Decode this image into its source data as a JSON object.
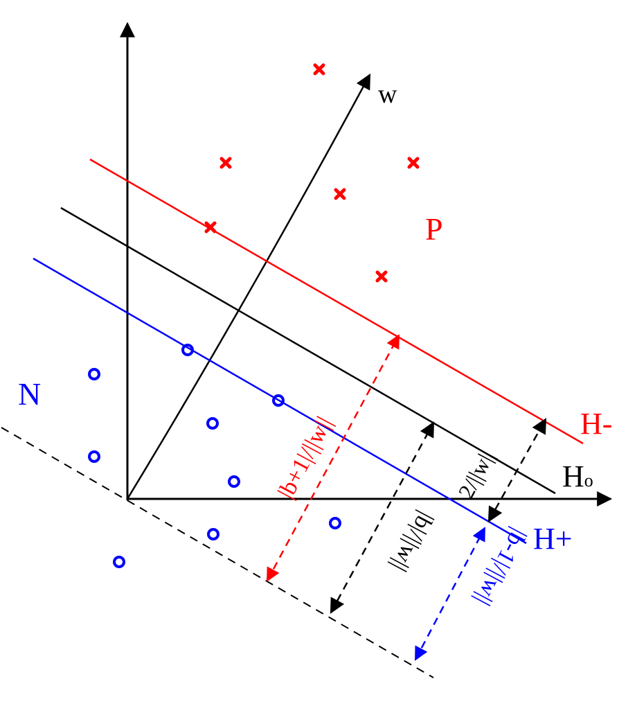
{
  "labels": {
    "w": "w",
    "P": "P",
    "N": "N",
    "H_minus": "H-",
    "H_zero": "H",
    "H_zero_sub": "o",
    "H_plus": "H+",
    "dist_b_plus": "|b+1|/||w||",
    "dist_b": "|b|/||w||",
    "dist_b_minus": "|b-1|/||w||",
    "margin": "2/||w||"
  },
  "colors": {
    "positive": "#ff0000",
    "negative": "#0000ff",
    "neutral": "#000000"
  },
  "points": {
    "positive_marker": "cross",
    "negative_marker": "circle"
  }
}
